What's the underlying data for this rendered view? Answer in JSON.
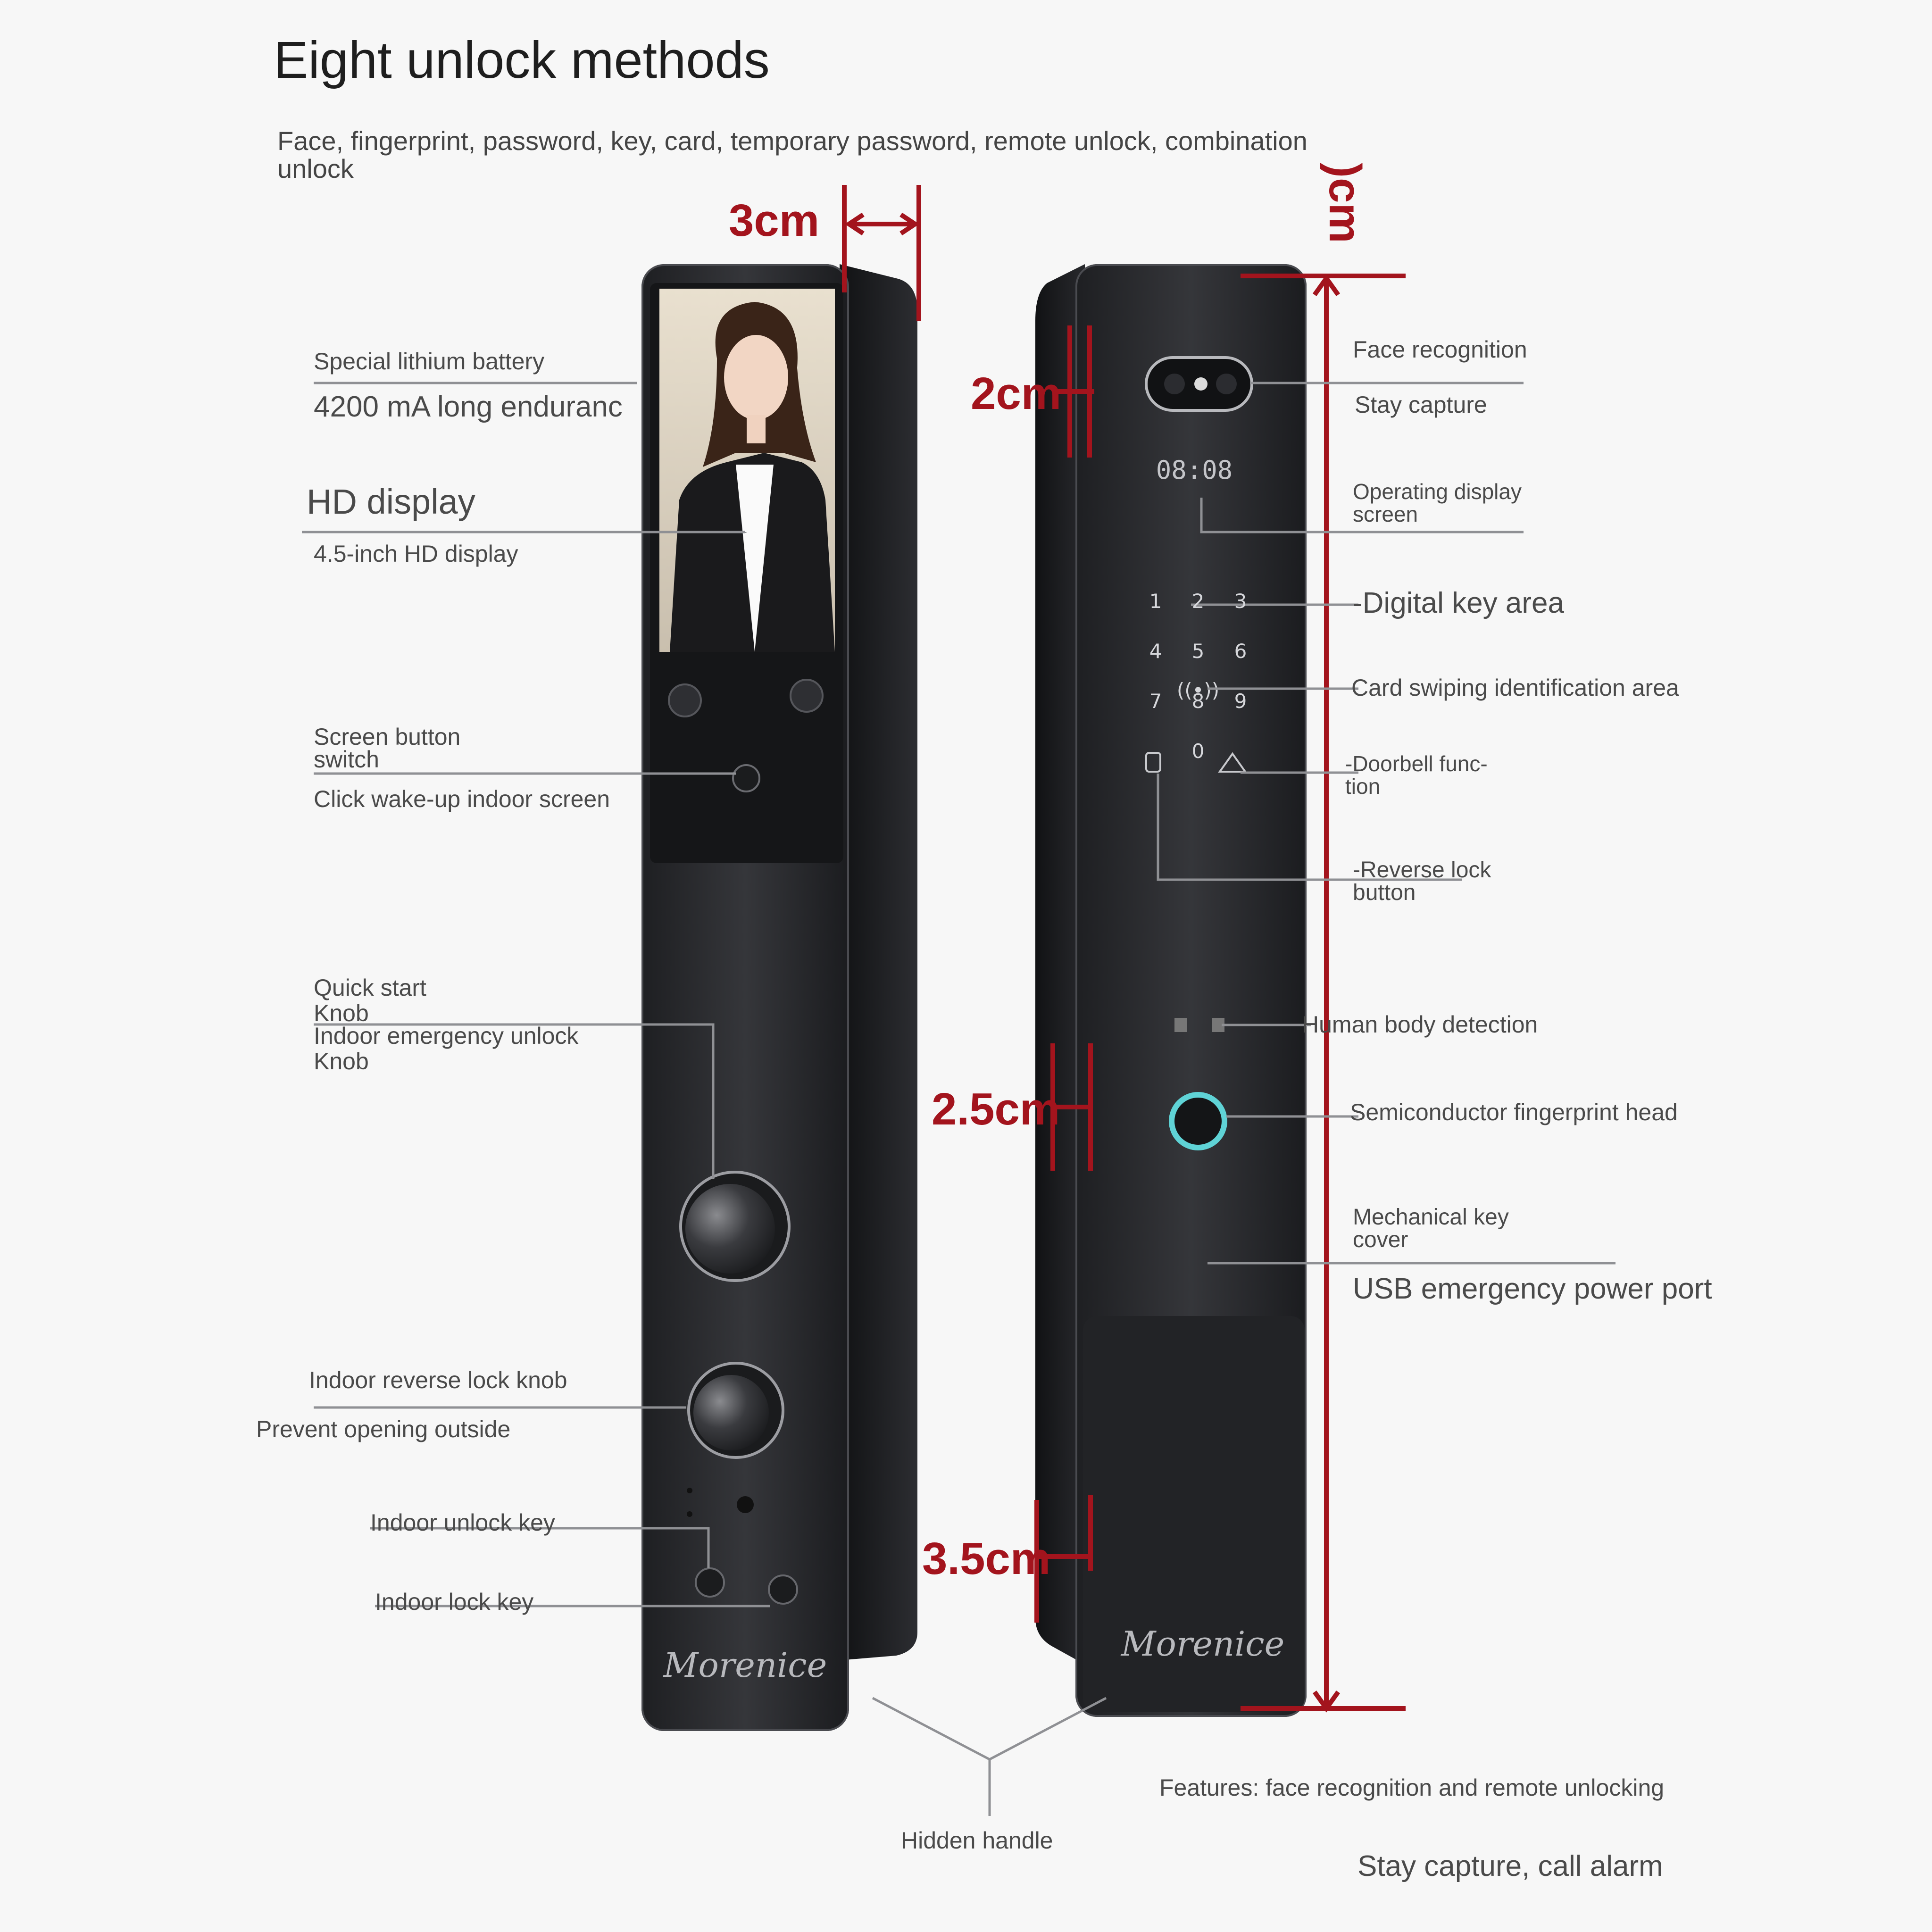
{
  "header": {
    "title": "Eight unlock methods",
    "subtitle": "Face, fingerprint, password, key, card, temporary password, remote unlock, combination unlock"
  },
  "dimensions": {
    "width_top": "3cm",
    "camera_height": "2cm",
    "mid_depth": "2.5cm",
    "bottom_depth": "3.5cm",
    "height_partial": ")cm"
  },
  "left_labels": {
    "battery_title": "Special lithium battery",
    "battery_detail": "4200 mA long enduranc",
    "display_title": "HD display",
    "display_detail": "4.5-inch HD display",
    "screen_button_title_1": "Screen button",
    "screen_button_title_2": "switch",
    "screen_button_detail": "Click wake-up indoor screen",
    "quick_start_1": "Quick start",
    "quick_start_2": "Knob",
    "emergency_1": "Indoor emergency unlock",
    "emergency_2": "Knob",
    "reverse_knob": "Indoor reverse lock knob",
    "prevent": "Prevent opening outside",
    "unlock_key": "Indoor unlock key",
    "lock_key": "Indoor lock key"
  },
  "right_labels": {
    "face": "Face recognition",
    "stay": "Stay capture",
    "operating_1": "Operating display",
    "operating_2": "screen",
    "digital": "-Digital key area",
    "card": "Card swiping identification area",
    "doorbell_1": "-Doorbell func-",
    "doorbell_2": "tion",
    "reverse_1": "-Reverse lock",
    "reverse_2": "button",
    "human": "Human body detection",
    "fingerprint": "Semiconductor fingerprint head",
    "mech_1": "Mechanical key",
    "mech_2": "cover",
    "usb": "USB emergency power port"
  },
  "bottom": {
    "hidden_handle": "Hidden handle",
    "features": "Features: face recognition and remote unlocking",
    "stay_alarm": "Stay capture, call alarm"
  },
  "device": {
    "brand": "Morenice",
    "time": "08:08",
    "keypad": [
      "1",
      "2",
      "3",
      "4",
      "5",
      "6",
      "7",
      "8",
      "9",
      "",
      "0",
      ""
    ],
    "body_color": "#2a2b2e",
    "accent_color": "#a3141d",
    "fingerprint_ring_color": "#5fd3d6"
  }
}
